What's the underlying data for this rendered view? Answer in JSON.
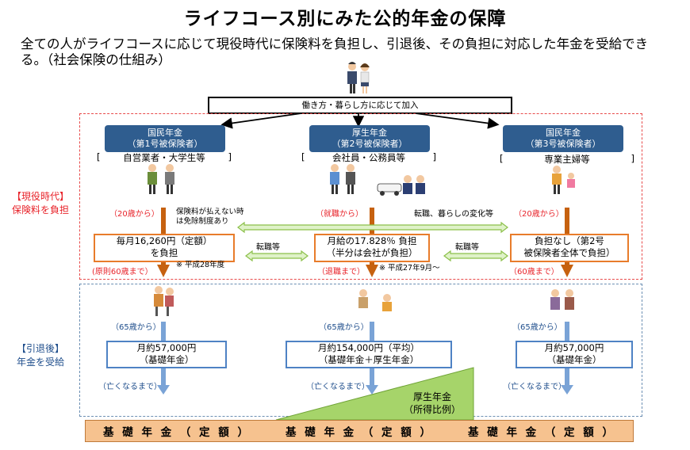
{
  "title": "ライフコース別にみた公的年金の保障",
  "intro": "全ての人がライフコースに応じて現役時代に保険料を負担し、引退後、その負担に対応した年金を受給できる。（社会保険の仕組み）",
  "top_box": "働き方・暮らし方に応じて加入",
  "side": {
    "active": [
      "【現役時代】",
      "保険料を負担"
    ],
    "retired": [
      "【引退後】",
      "年金を受給"
    ]
  },
  "columns": [
    {
      "header": [
        "国民年金",
        "（第1号被保険者）"
      ],
      "who": "自営業者・大学生等",
      "start": "（20歳から）",
      "exempt": [
        "保険料が払えない時",
        "は免除制度あり"
      ],
      "payment": [
        "毎月16,260円（定額）",
        "を負担"
      ],
      "note": "※ 平成28年度",
      "end": "(原則60歳まで）",
      "recv_start": "（65歳から）",
      "pension": [
        "月約57,000円",
        "（基礎年金）"
      ],
      "recv_end": "（亡くなるまで）"
    },
    {
      "header": [
        "厚生年金",
        "（第2号被保険者）"
      ],
      "who": "会社員・公務員等",
      "start": "（就職から）",
      "payment": [
        "月給の17.828％ 負担",
        "（半分は会社が負担）"
      ],
      "note": "※ 平成27年9月～",
      "end": "（退職まで）",
      "recv_start": "（65歳から）",
      "pension": [
        "月約154,000円（平均）",
        "（基礎年金＋厚生年金）"
      ],
      "recv_end": "（亡くなるまで）"
    },
    {
      "header": [
        "国民年金",
        "（第3号被保険者）"
      ],
      "who": "専業主婦等",
      "start": "（20歳から）",
      "payment": [
        "負担なし（第2号",
        "被保険者全体で負担）"
      ],
      "end": "（60歳まで）",
      "recv_start": "（65歳から）",
      "pension": [
        "月約57,000円",
        "（基礎年金）"
      ],
      "recv_end": "（亡くなるまで）"
    }
  ],
  "transfer_label": "転職等",
  "change_label": "転職、暮らしの変化等",
  "kosei": [
    "厚生年金",
    "（所得比例）"
  ],
  "base_label": "基 礎 年 金 （ 定 額 ）",
  "colors": {
    "header_blue": "#2f5d8f",
    "orange": "#e87c2b",
    "arrow_blue": "#4e82c4",
    "red_text": "#e8232a",
    "green": "#9acd32",
    "base_fill": "#f6c28f"
  }
}
